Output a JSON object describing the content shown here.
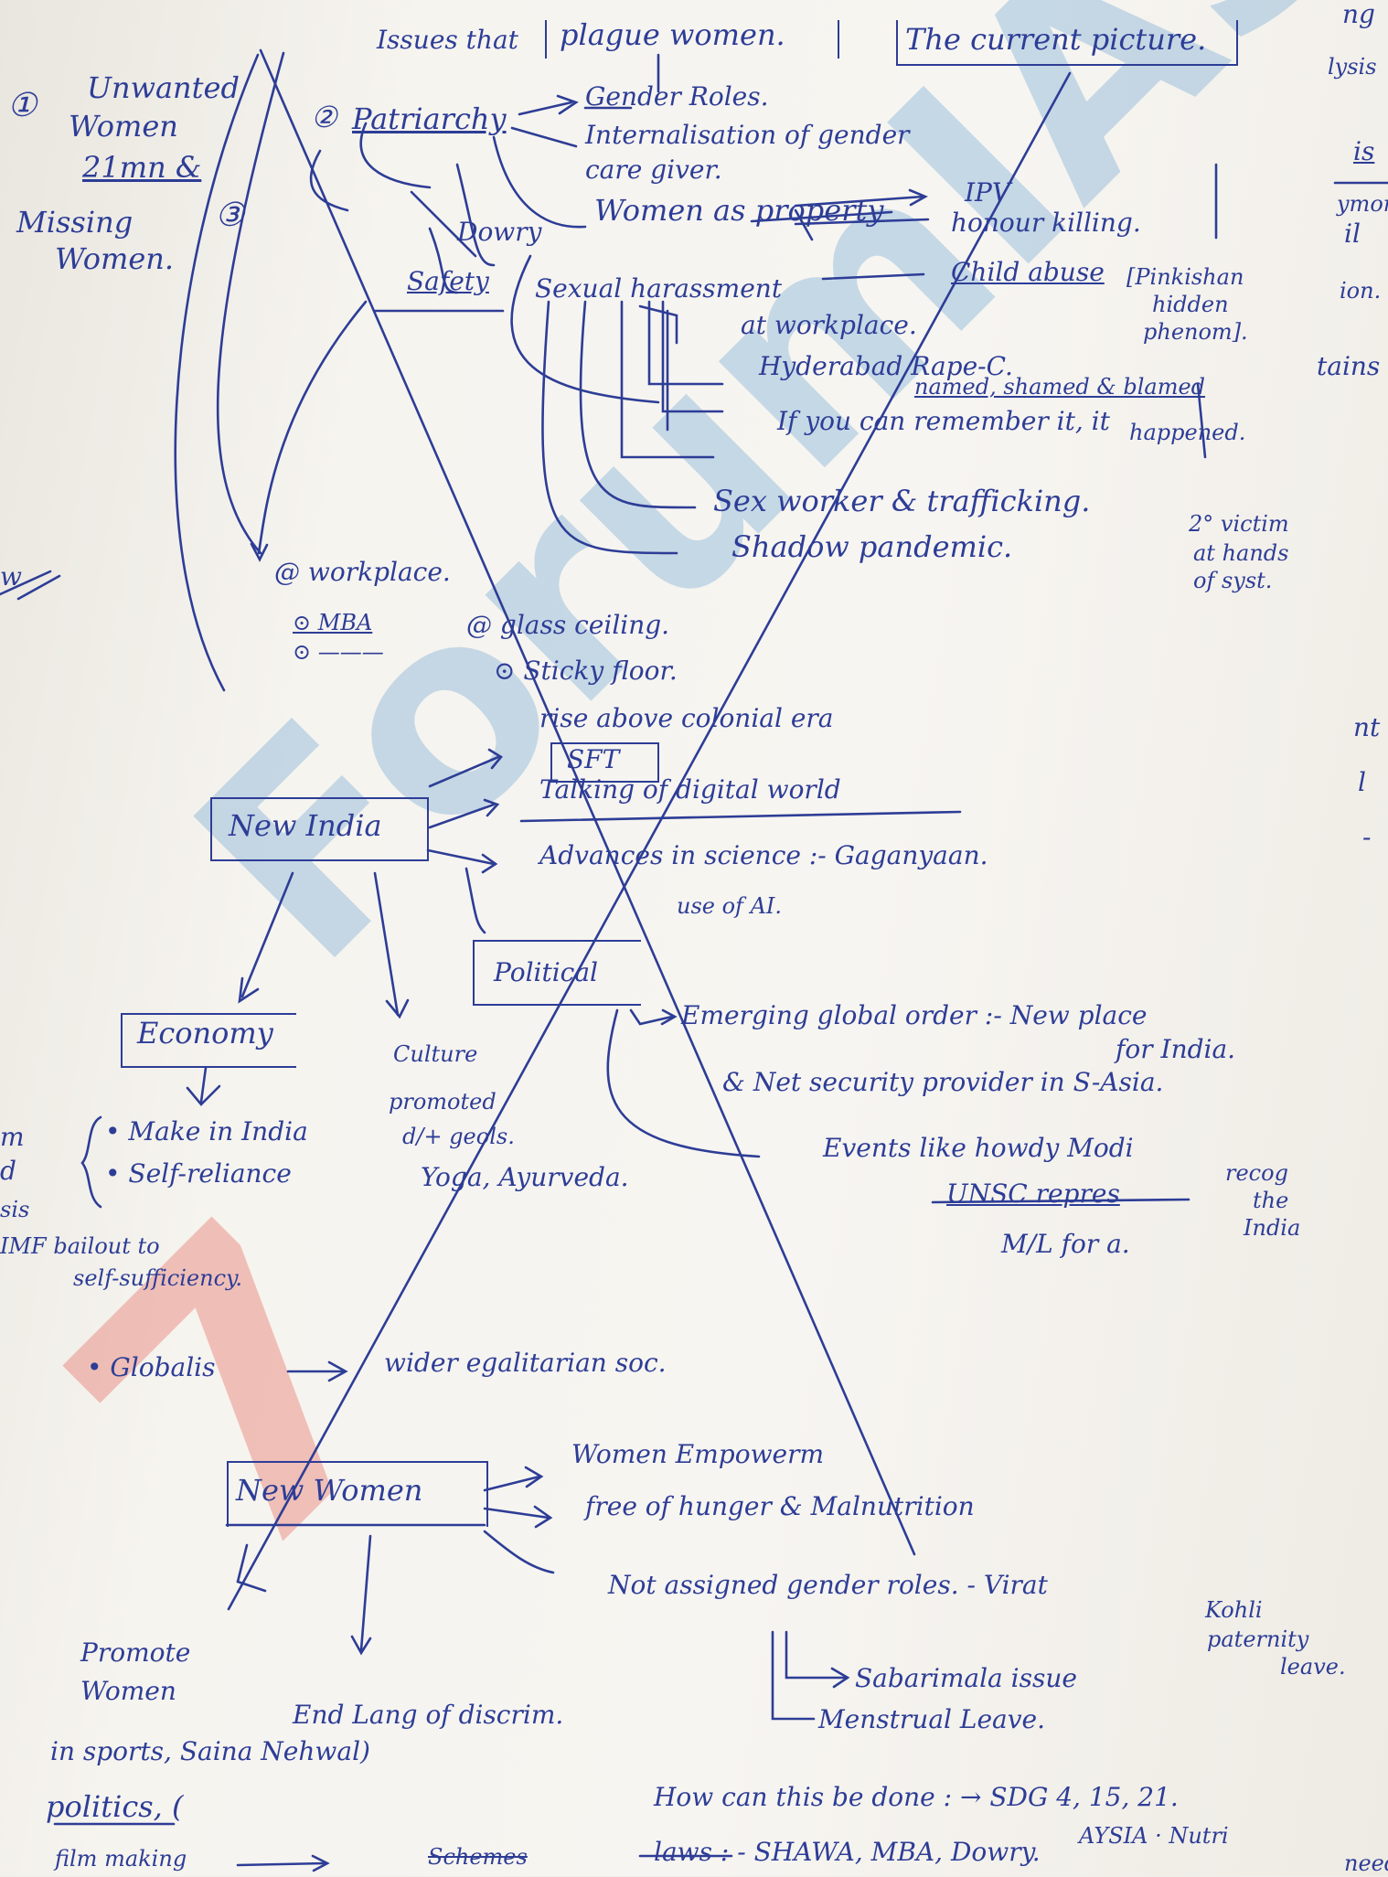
{
  "watermark": {
    "text": "ForumIAS",
    "seven": "7"
  },
  "colors": {
    "ink": "#2d3d96",
    "paper": "#f6f4ef",
    "wm_red": "#e0392b",
    "wm_blue": "#3b88c8"
  },
  "left": {
    "n1": "①",
    "unwanted": "Unwanted",
    "women1": "Women",
    "mn": "21mn &",
    "missing": "Missing",
    "women2": "Women.",
    "n3": "③"
  },
  "top": {
    "issues": "Issues that",
    "plague": "plague women.",
    "current": "The current picture."
  },
  "patriarchy": {
    "n2": "②",
    "label": "Patriarchy",
    "roles": "Gender Roles.",
    "internal": "Internalisation of gender",
    "caregiver": "care giver.",
    "property": "Women as property",
    "ipv": "IPV",
    "honour": "honour killing.",
    "dowry": "Dowry"
  },
  "safety": {
    "label": "Safety",
    "sexual": "Sexual harassment",
    "child": "Child abuse",
    "pinkishan": "[Pinkishan",
    "hidden": "hidden",
    "phenom": "phenom].",
    "workplace": "at workplace.",
    "hyd": "Hyderabad Rape-C.",
    "named": "named, shamed & blamed",
    "remember": "If you can remember it, it",
    "happened": "happened.",
    "sexworker": "Sex worker & trafficking.",
    "shadow": "Shadow pandemic.",
    "victim1": "2° victim",
    "victim2": "at hands",
    "victim3": "of syst."
  },
  "work": {
    "at": "@ workplace.",
    "mba": "⊙ MBA",
    "other": "⊙ ———",
    "glass": "@ glass ceiling.",
    "sticky": "⊙ Sticky floor."
  },
  "newindia": {
    "label": "New India",
    "rise": "rise above colonial era",
    "sft": "SFT",
    "talking": "Talking of digital world",
    "advances": "Advances in science :- Gaganyaan.",
    "ai": "use of AI."
  },
  "political": {
    "label": "Political",
    "order": "Emerging global order :- New place",
    "forindia": "for India.",
    "netsec": "& Net security provider in S-Asia.",
    "events": "Events like howdy Modi",
    "recog": "recog",
    "the": "the",
    "india": "India",
    "unsc": "UNSC repres",
    "ml": "M/L for a."
  },
  "economy": {
    "label": "Economy",
    "make": "• Make in India",
    "self": "• Self-reliance",
    "imf": "IMF bailout to",
    "suff": "self-sufficiency.",
    "global": "• Globalis",
    "wider": "wider egalitarian soc."
  },
  "culture": {
    "l1": "Culture",
    "l2": "promoted",
    "l3": "d/+ geols.",
    "l4": "Yoga, Ayurveda."
  },
  "newwomen": {
    "label": "New Women",
    "emp": "Women Empowerm",
    "free": "free of hunger & Malnutrition",
    "notassigned": "Not assigned gender roles. - Virat",
    "kohli": "Kohli",
    "paternity": "paternity",
    "leave": "leave.",
    "sabarimala": "Sabarimala issue",
    "menstrual": "Menstrual Leave.",
    "promote": "Promote",
    "women": "Women",
    "sports": "in sports, Saina Nehwal)",
    "politics": "politics, (",
    "film": "film making",
    "scheme": "Schemes",
    "end": "End Lang of discrim.",
    "how": "How can this be done : → SDG 4, 15, 21.",
    "laws": "laws : - SHAWA, MBA, Dowry.",
    "aysia": "AYSIA · Nutri",
    "needs": "needs"
  },
  "rightedge": {
    "a": "ng",
    "b": "lysis",
    "c": "is",
    "d": "ymorp",
    "e": "il",
    "f": "ion.",
    "g": "tains",
    "h": "nt",
    "i": "l",
    "j": "-"
  },
  "leftedge": {
    "a": "w",
    "b": "m",
    "c": "d",
    "d": "sis"
  }
}
